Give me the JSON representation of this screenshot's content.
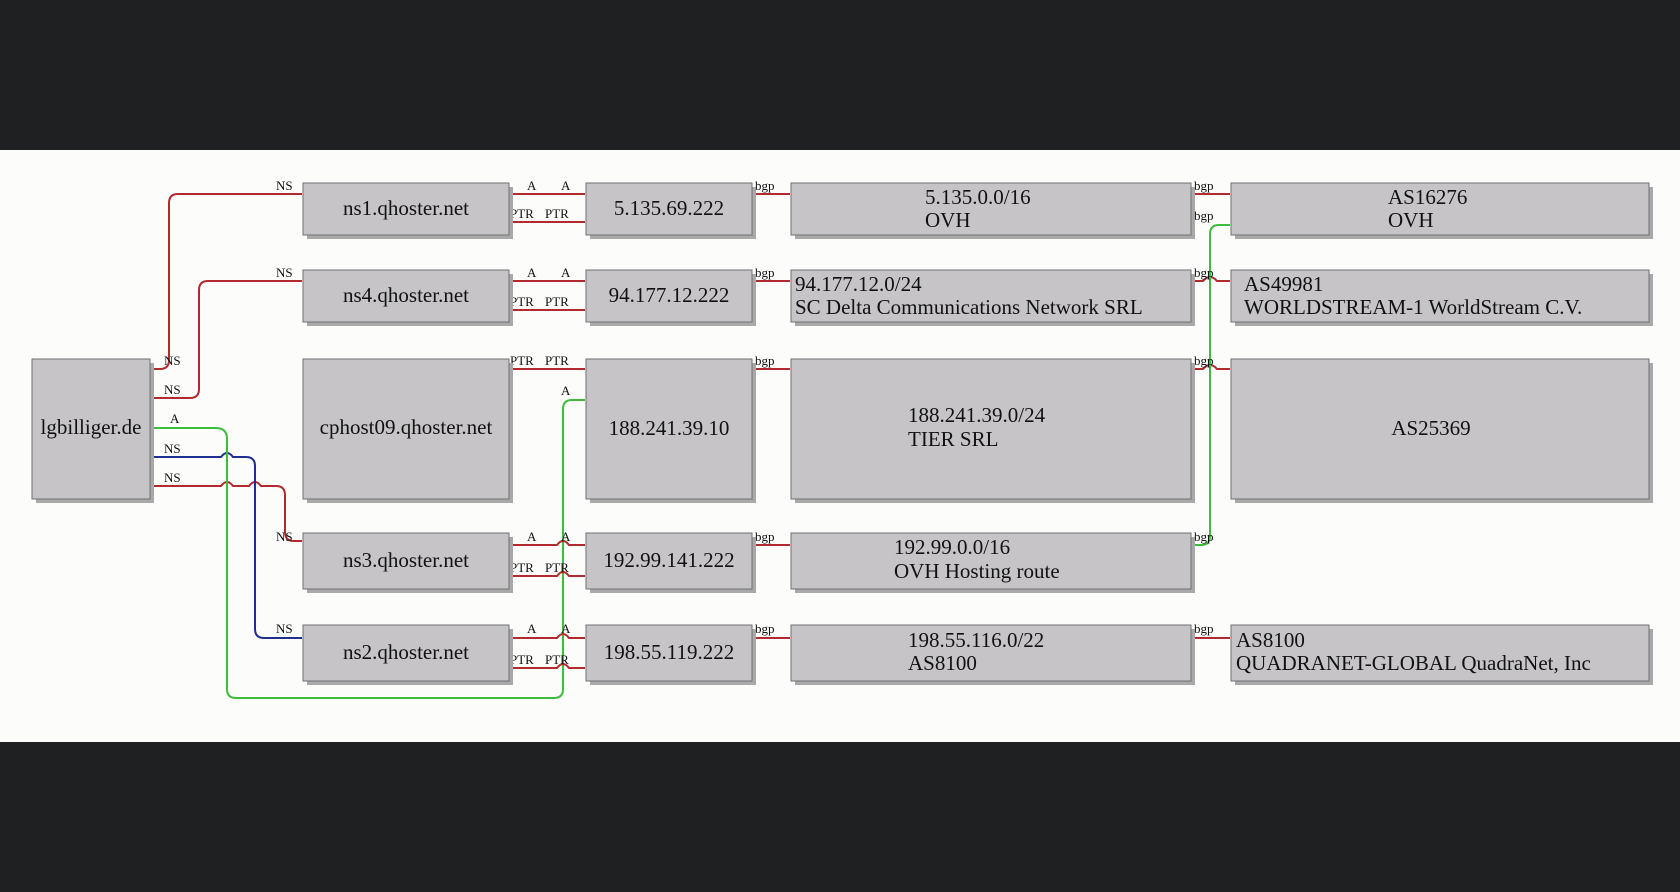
{
  "domain_node": {
    "label": "lgbilliger.de"
  },
  "hosts": [
    {
      "id": "ns1",
      "label": "ns1.qhoster.net"
    },
    {
      "id": "ns4",
      "label": "ns4.qhoster.net"
    },
    {
      "id": "cphost",
      "label": "cphost09.qhoster.net"
    },
    {
      "id": "ns3",
      "label": "ns3.qhoster.net"
    },
    {
      "id": "ns2",
      "label": "ns2.qhoster.net"
    }
  ],
  "ips": [
    {
      "id": "ip1",
      "label": "5.135.69.222"
    },
    {
      "id": "ip2",
      "label": "94.177.12.222"
    },
    {
      "id": "ip3",
      "label": "188.241.39.10"
    },
    {
      "id": "ip4",
      "label": "192.99.141.222"
    },
    {
      "id": "ip5",
      "label": "198.55.119.222"
    }
  ],
  "prefixes": [
    {
      "id": "pf1",
      "line1": "5.135.0.0/16",
      "line2": "OVH"
    },
    {
      "id": "pf2",
      "line1": "94.177.12.0/24",
      "line2": "SC Delta Communications Network SRL"
    },
    {
      "id": "pf3",
      "line1": "188.241.39.0/24",
      "line2": "TIER SRL"
    },
    {
      "id": "pf4",
      "line1": "192.99.0.0/16",
      "line2": "OVH Hosting route"
    },
    {
      "id": "pf5",
      "line1": "198.55.116.0/22",
      "line2": "AS8100"
    }
  ],
  "asns": [
    {
      "id": "as1",
      "line1": "AS16276",
      "line2": "OVH"
    },
    {
      "id": "as2",
      "line1": "AS49981",
      "line2": "WORLDSTREAM-1 WorldStream C.V."
    },
    {
      "id": "as3",
      "line1": "AS25369",
      "line2": ""
    },
    {
      "id": "as5",
      "line1": "AS8100",
      "line2": "QUADRANET-GLOBAL QuadraNet, Inc"
    }
  ],
  "edge_labels": {
    "ns": "NS",
    "a": "A",
    "ptr": "PTR",
    "bgp": "bgp"
  },
  "colors": {
    "ns_edge": "#b22a2e",
    "a_edge": "#3cbd3c",
    "ns2_edge": "#1f2f8f",
    "node_fill": "#c6c4c7",
    "canvas": "#fcfcfb",
    "frame": "#1f2022"
  }
}
